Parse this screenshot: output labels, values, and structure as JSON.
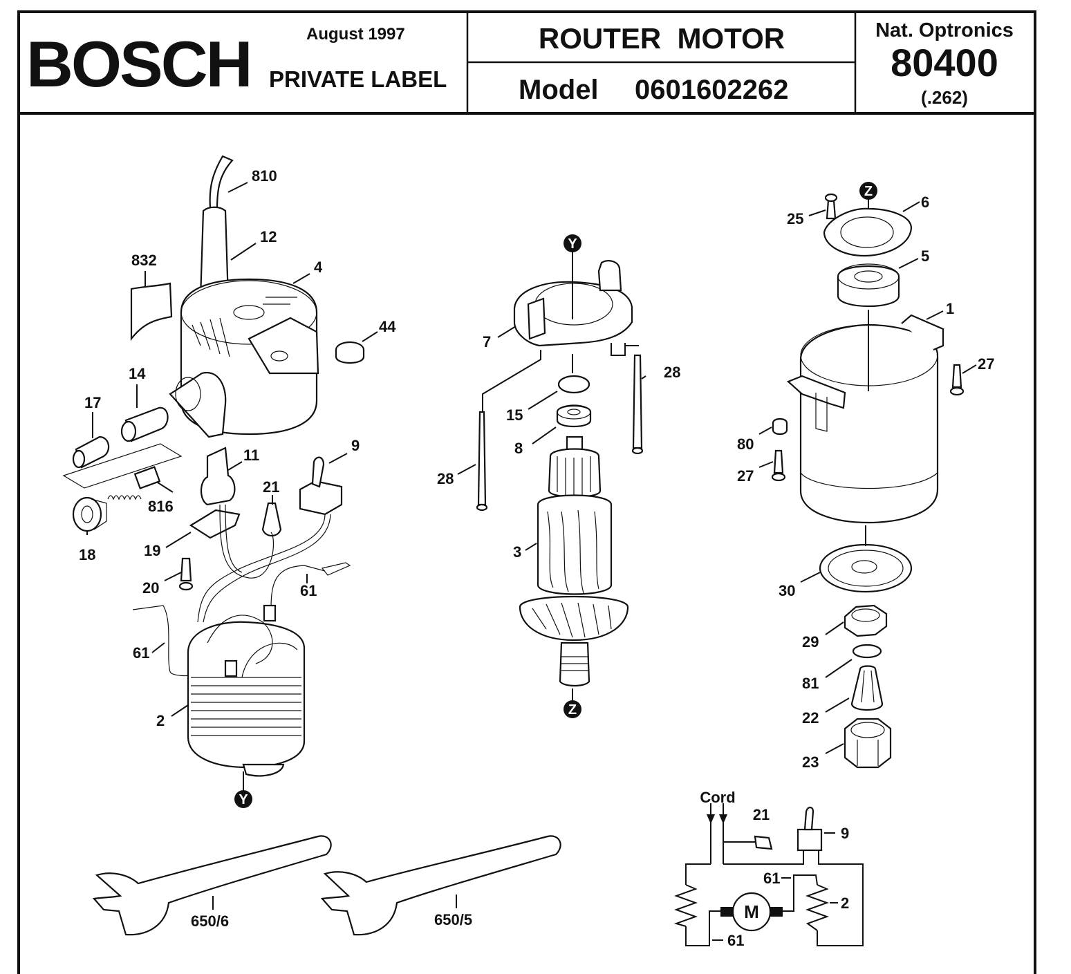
{
  "header": {
    "brand": "BOSCH",
    "date": "August 1997",
    "private_label": "PRIVATE LABEL",
    "product_title": "ROUTER  MOTOR",
    "model_label": "Model",
    "model_number": "0601602262",
    "catalog_company": "Nat. Optronics",
    "catalog_number": "80400",
    "catalog_suffix": "(.262)"
  },
  "references": {
    "y": "Y",
    "z": "Z"
  },
  "parts": {
    "cord": "810",
    "cord_protector": "12",
    "label": "832",
    "housing_cap": "4",
    "cap_44": "44",
    "brush_holder": "14",
    "brush_holder_17": "17",
    "brush_set": "816",
    "brush_cap": "18",
    "cable_clamp": "11",
    "wire_nut": "21",
    "switch": "9",
    "clamp_plate": "19",
    "screw_20": "20",
    "lead_61_center": "61",
    "lead_61_left": "61",
    "field": "2",
    "fan_baffle": "7",
    "bolt_28_right": "28",
    "bolt_28_left": "28",
    "washer_15": "15",
    "bearing_8": "8",
    "armature": "3",
    "screw_25": "25",
    "bearing_plate": "6",
    "bearing_5": "5",
    "motor_housing": "1",
    "screw_27_right": "27",
    "grommet_80": "80",
    "screw_27_left": "27",
    "seal_30": "30",
    "nut_29": "29",
    "ring_81": "81",
    "collet_22": "22",
    "collet_nut_23": "23",
    "wrench_large": "650/6",
    "wrench_small": "650/5"
  },
  "schematic": {
    "cord_label": "Cord",
    "wire_nut": "21",
    "switch": "9",
    "lead_top": "61",
    "field": "2",
    "motor": "M",
    "lead_bottom": "61"
  }
}
